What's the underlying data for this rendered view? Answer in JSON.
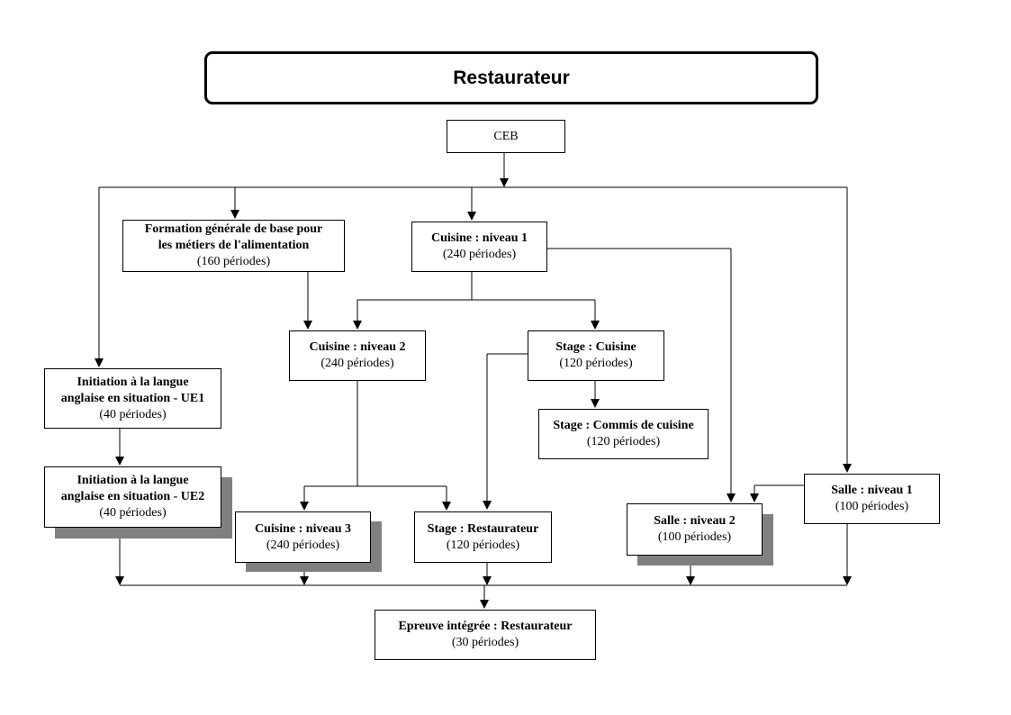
{
  "title": "Restaurateur",
  "nodes": {
    "ceb": {
      "label": "CEB"
    },
    "formation": {
      "label1": "Formation générale de base pour",
      "label2": "les métiers de l'alimentation",
      "periods": "(160 périodes)"
    },
    "cuisine1": {
      "label": "Cuisine : niveau 1",
      "periods": "(240 périodes)"
    },
    "cuisine2": {
      "label": "Cuisine : niveau 2",
      "periods": "(240 périodes)"
    },
    "stage_cuisine": {
      "label": "Stage : Cuisine",
      "periods": "(120 périodes)"
    },
    "stage_commis": {
      "label": "Stage : Commis de cuisine",
      "periods": "(120 périodes)"
    },
    "ue1": {
      "label1": "Initiation à la langue",
      "label2": "anglaise en situation - UE1",
      "periods": "(40 périodes)"
    },
    "ue2": {
      "label1": "Initiation à la langue",
      "label2": "anglaise en situation - UE2",
      "periods": "(40 périodes)"
    },
    "cuisine3": {
      "label": "Cuisine : niveau 3",
      "periods": "(240 périodes)"
    },
    "stage_restaurateur": {
      "label": "Stage : Restaurateur",
      "periods": "(120 périodes)"
    },
    "salle2": {
      "label": "Salle : niveau 2",
      "periods": "(100 périodes)"
    },
    "salle1": {
      "label": "Salle : niveau 1",
      "periods": "(100 périodes)"
    },
    "epreuve": {
      "label": "Epreuve intégrée : Restaurateur",
      "periods": "(30 périodes)"
    }
  }
}
